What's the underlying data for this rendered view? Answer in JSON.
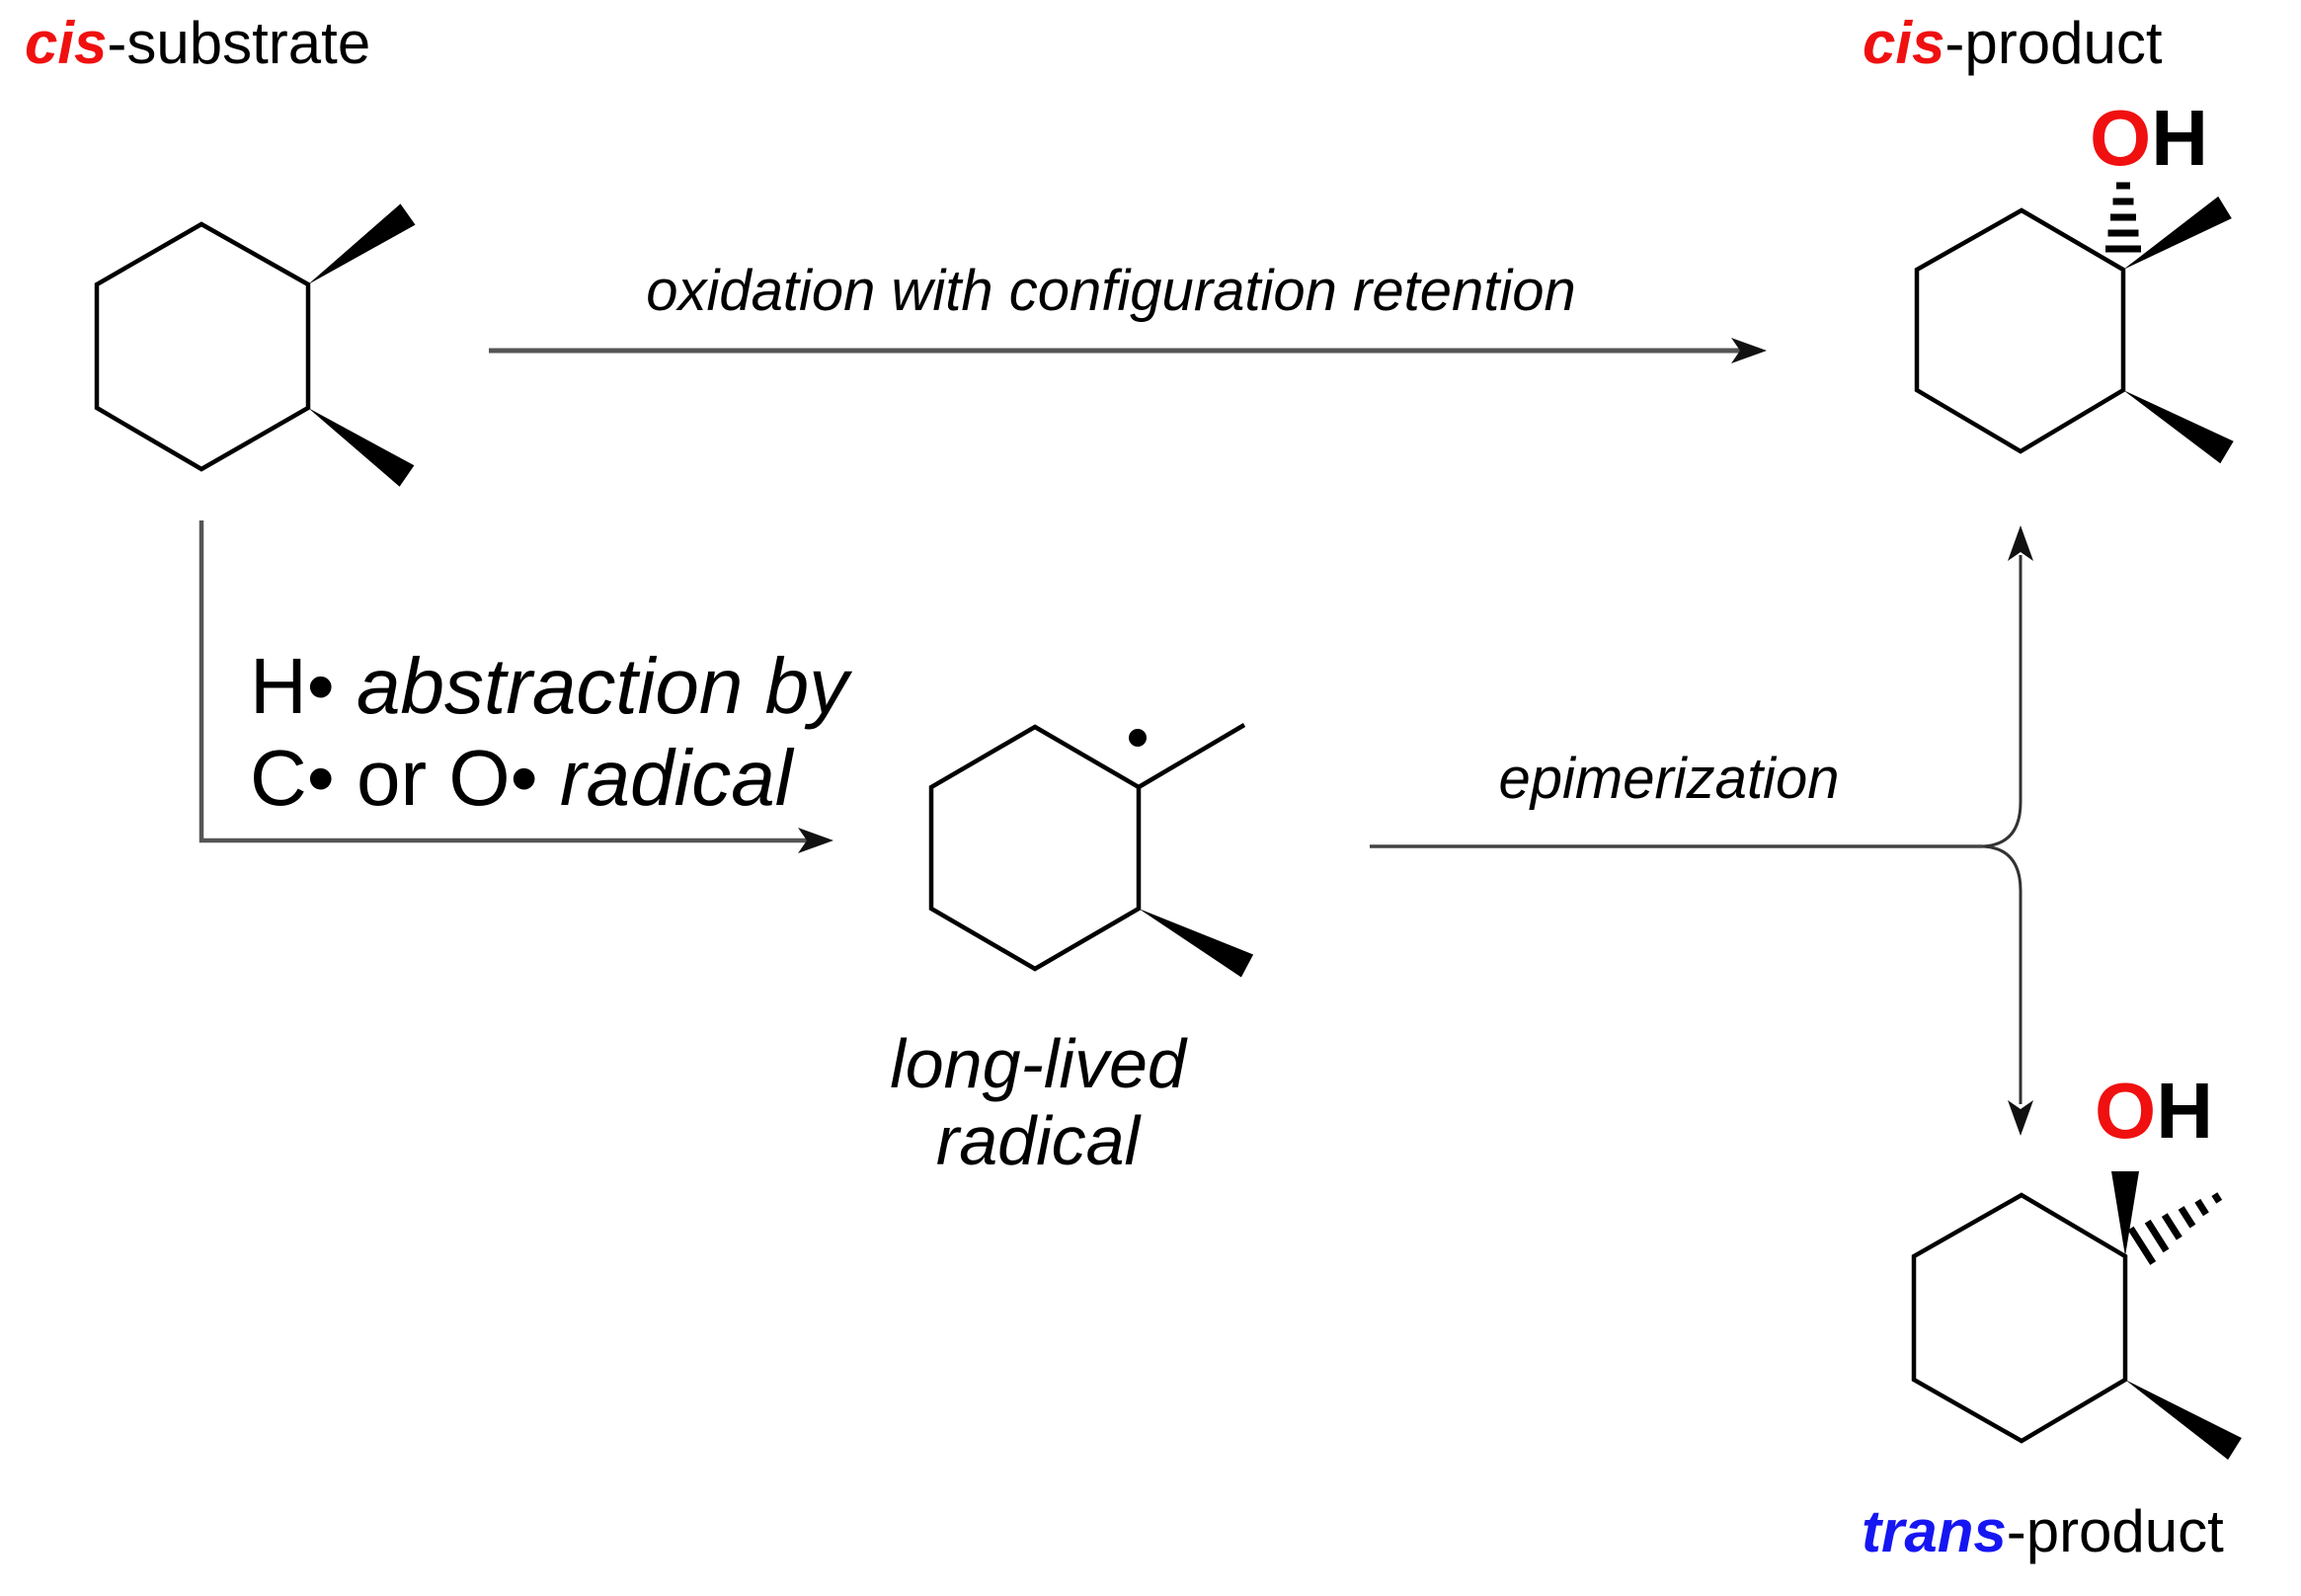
{
  "labels": {
    "substrate": {
      "stereo": "cis",
      "rest": "-substrate"
    },
    "cis_product": {
      "stereo": "cis",
      "rest": "-product"
    },
    "trans_product": {
      "stereo": "trans",
      "rest": "-product"
    },
    "oh_cis": {
      "o": "O",
      "h": "H"
    },
    "oh_trans": {
      "o": "O",
      "h": "H"
    }
  },
  "arrows": {
    "oxidation_label": "oxidation with configuration retention",
    "abstraction_line1_prefix": "H• ",
    "abstraction_line1_italic": "abstraction by",
    "abstraction_line2_prefix": "C• or O• ",
    "abstraction_line2_italic": "radical",
    "epimerization_label": "epimerization"
  },
  "captions": {
    "radical_line1": "long-lived",
    "radical_line2": "radical"
  },
  "colors": {
    "red": "#f01010",
    "blue": "#1616f2",
    "ink": "#000000",
    "arrow": "#555555"
  }
}
